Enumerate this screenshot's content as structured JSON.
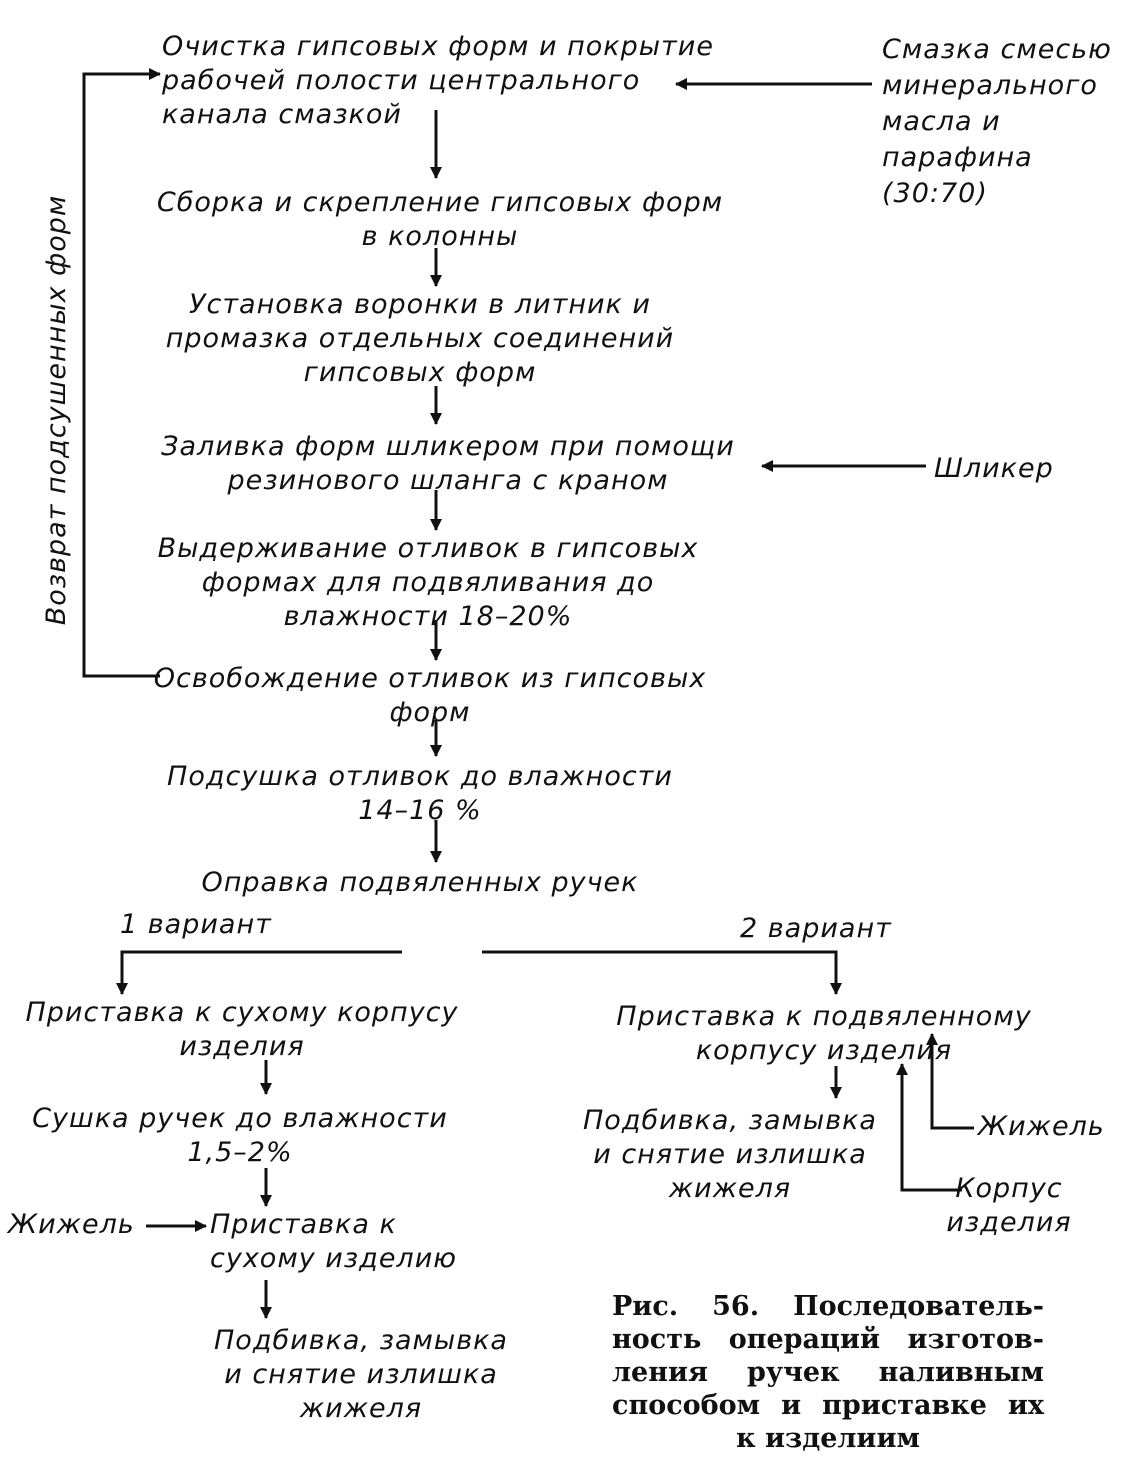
{
  "steps": {
    "cleaning": "Очистка гипсовых форм и покрытие\nрабочей полости центрального\nканала смазкой",
    "lubricant": "Смазка смесью\nминерального\nмасла и\nпарафина\n(30:70)",
    "assembly": "Сборка и скрепление гипсовых форм\nв колонны",
    "funnel": "Установка воронки в литник и\nпромазка отдельных соединений\nгипсовых форм",
    "pouring": "Заливка форм шликером при помощи\nрезинового шланга с краном",
    "slip": "Шликер",
    "holding": "Выдерживание отливок в гипсовых\nформах для подвяливания до\nвлажности 18–20%",
    "release": "Освобождение отливок из гипсовых\nформ",
    "predrying": "Подсушка отливок до влажности\n14–16 %",
    "trimming": "Оправка подвяленных ручек",
    "return": "Возврат подсушенных форм"
  },
  "variant1": {
    "label": "1 вариант",
    "attach_dry_body": "Приставка к сухому корпусу\nизделия",
    "drying": "Сушка ручек до влажности\n1,5–2%",
    "slurry": "Жижель",
    "attach_dry_ware": "Приставка к\nсухому изделию",
    "finishing": "Подбивка, замывка\nи снятие излишка\nжижеля"
  },
  "variant2": {
    "label": "2 вариант",
    "attach_leather_body": "Приставка к подвяленному\nкорпусу изделия",
    "finishing": "Подбивка, замывка\nи снятие излишка\nжижеля",
    "slurry": "Жижель",
    "ware_body": "Корпус\nизделия"
  },
  "caption": {
    "lines": [
      "Рис. 56. Последователь-",
      "ность операций изготов-",
      "ления ручек наливным",
      "способом и приставке их",
      "к изделиим"
    ]
  }
}
